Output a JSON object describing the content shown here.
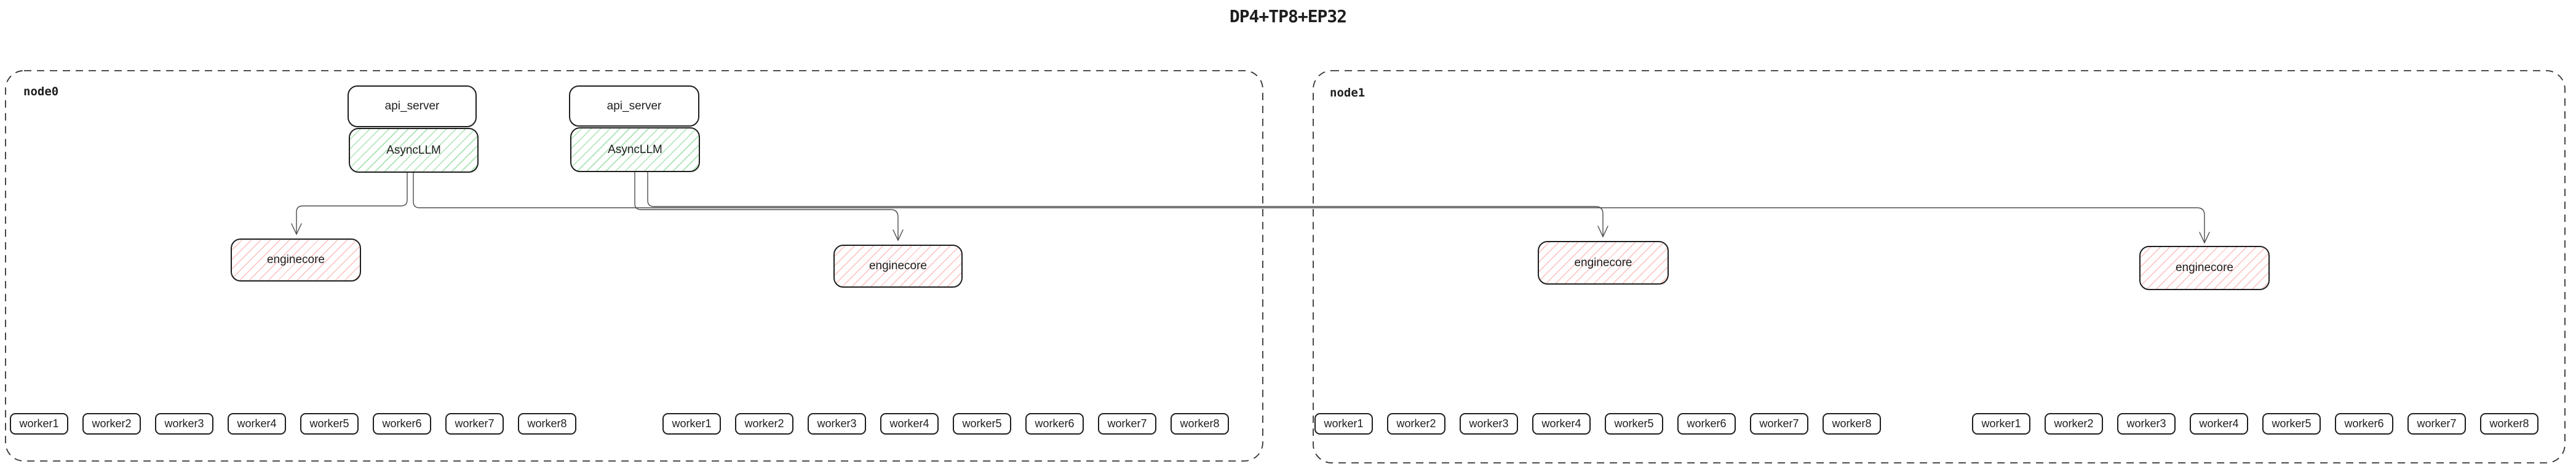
{
  "title": "DP4+TP8+EP32",
  "colors": {
    "box_border": "#1e1e1e",
    "async_llm_hatch": "#40c057",
    "enginecore_hatch": "#ff8787",
    "connector": "#4d4d4d",
    "node_border": "#333333"
  },
  "node0": {
    "label": "node0",
    "api_server_1": "api_server",
    "async_llm_1": "AsyncLLM",
    "api_server_2": "api_server",
    "async_llm_2": "AsyncLLM",
    "enginecore_1": "enginecore",
    "enginecore_2": "enginecore",
    "worker_group_1": [
      "worker1",
      "worker2",
      "worker3",
      "worker4",
      "worker5",
      "worker6",
      "worker7",
      "worker8"
    ],
    "worker_group_2": [
      "worker1",
      "worker2",
      "worker3",
      "worker4",
      "worker5",
      "worker6",
      "worker7",
      "worker8"
    ]
  },
  "node1": {
    "label": "node1",
    "enginecore_1": "enginecore",
    "enginecore_2": "enginecore",
    "worker_group_1": [
      "worker1",
      "worker2",
      "worker3",
      "worker4",
      "worker5",
      "worker6",
      "worker7",
      "worker8"
    ],
    "worker_group_2": [
      "worker1",
      "worker2",
      "worker3",
      "worker4",
      "worker5",
      "worker6",
      "worker7",
      "worker8"
    ]
  }
}
